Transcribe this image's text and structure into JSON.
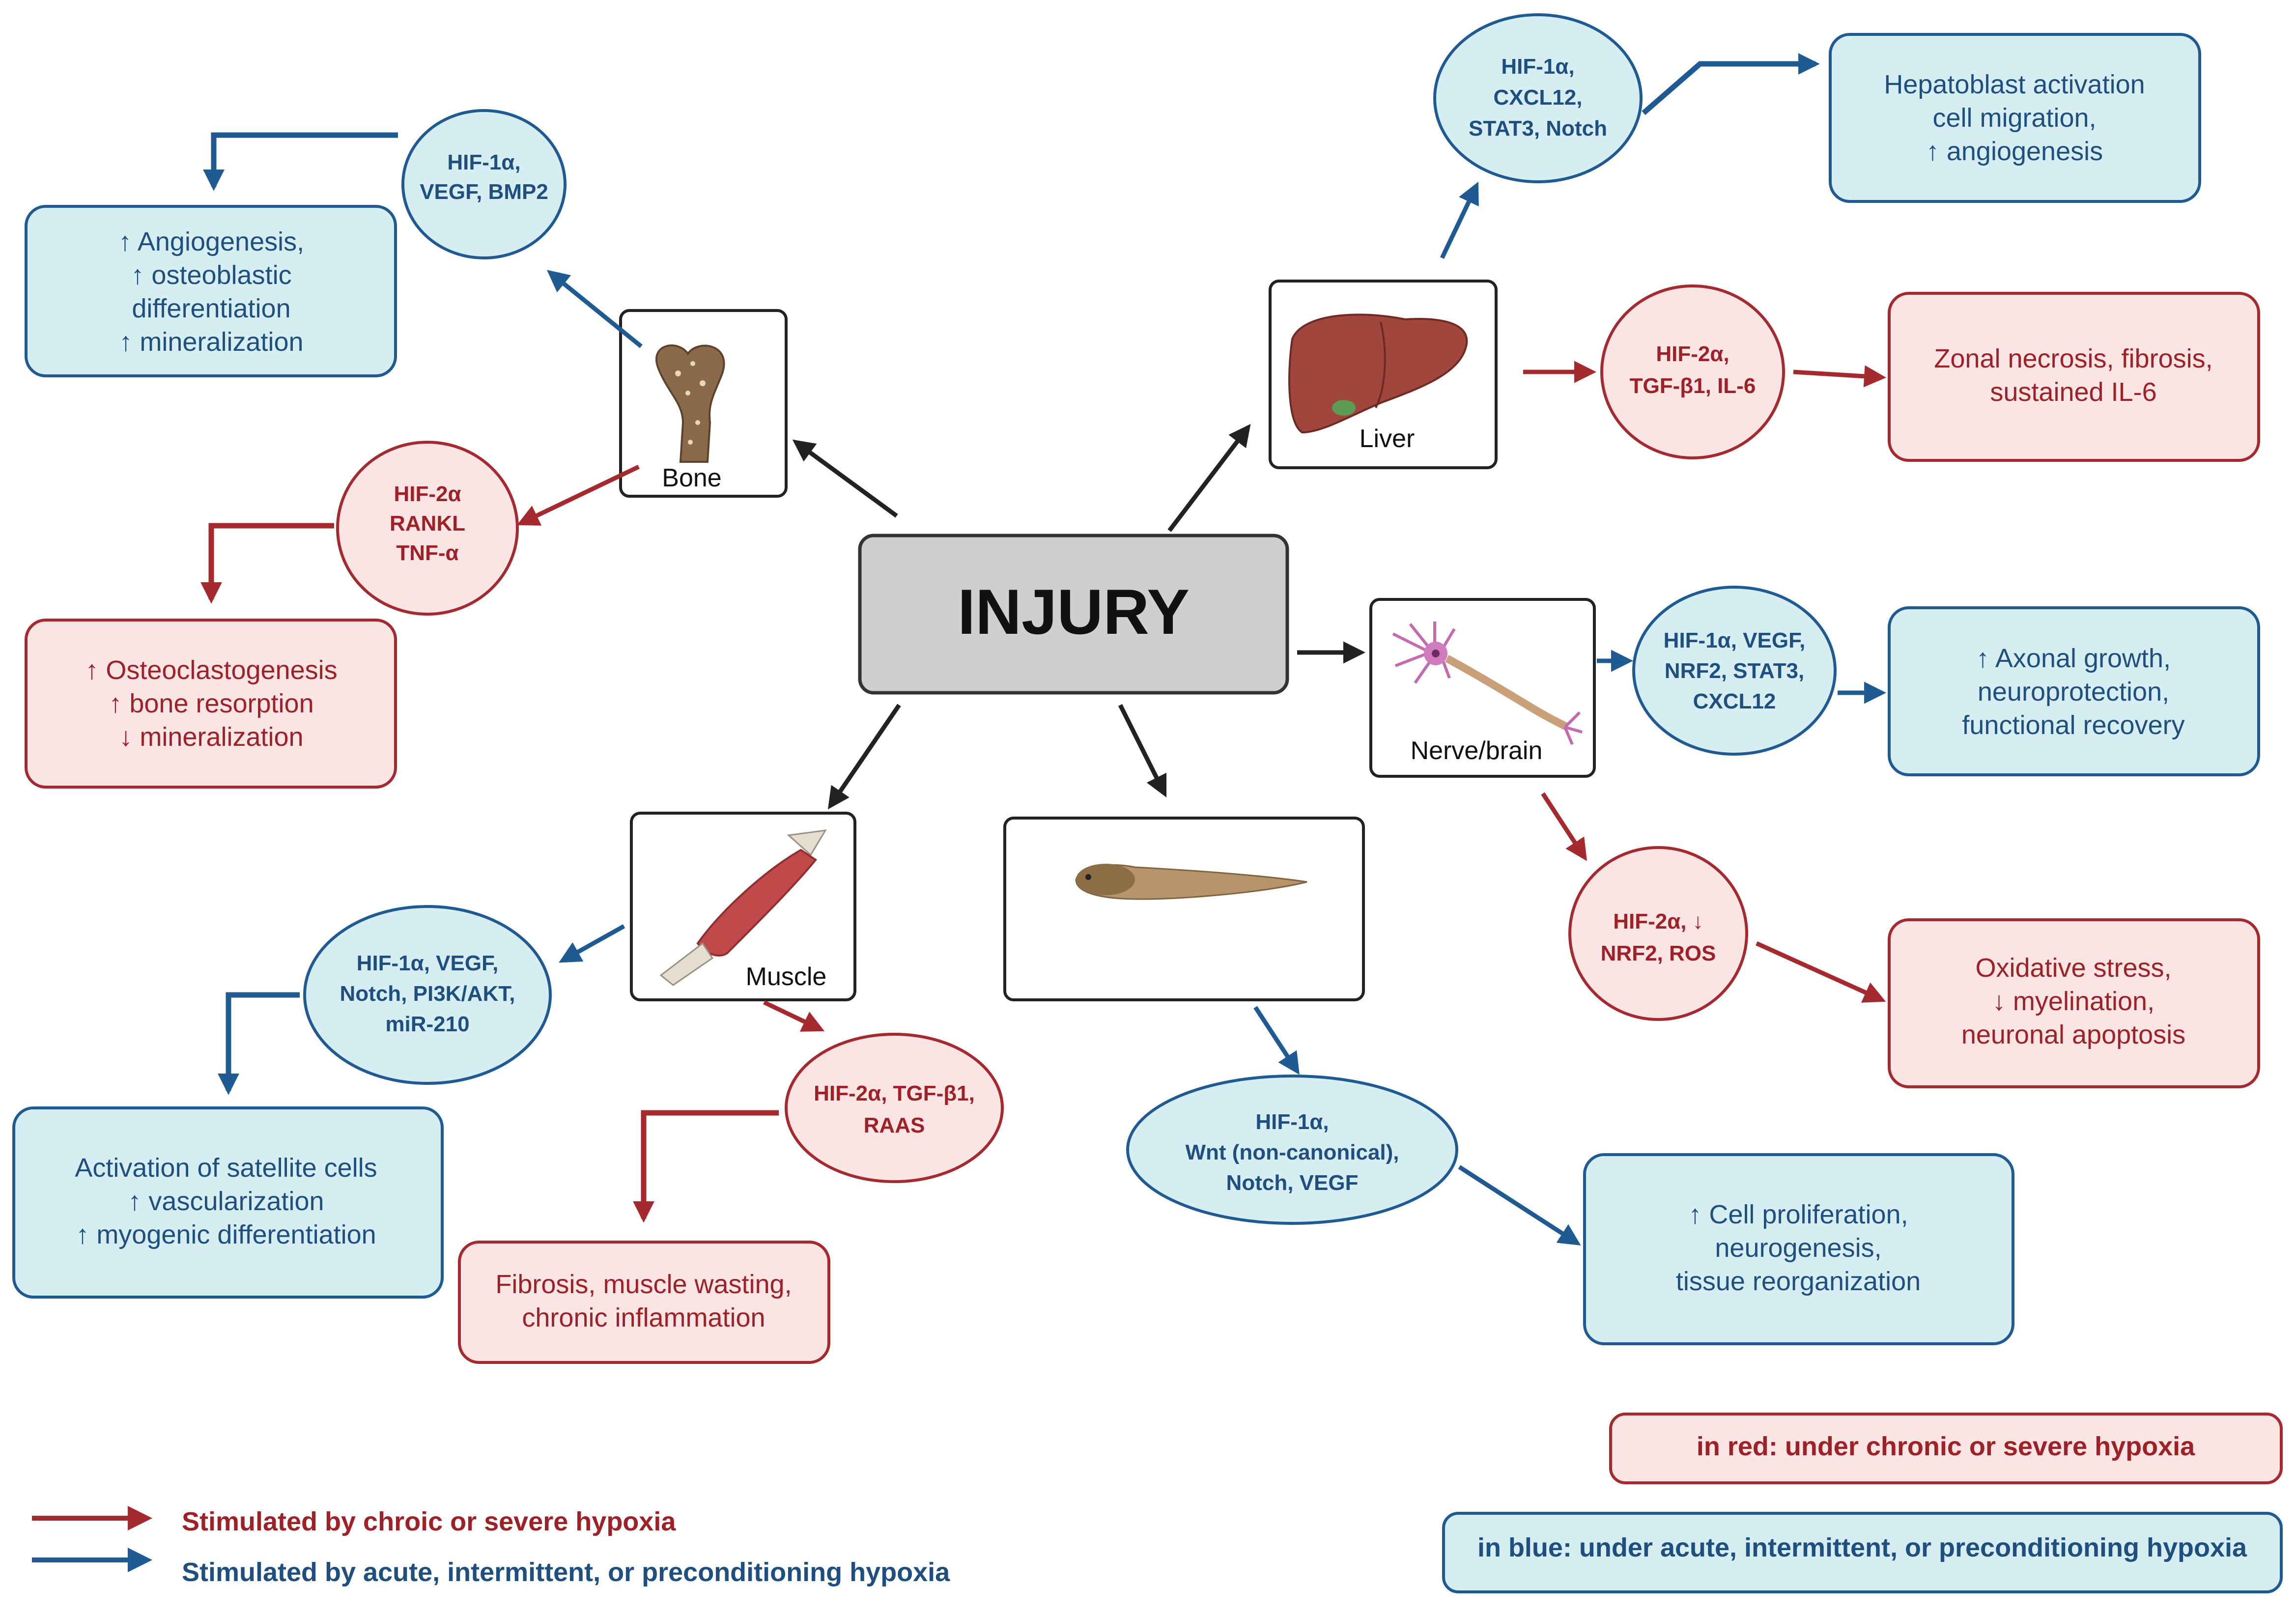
{
  "center": {
    "label": "INJURY"
  },
  "organs": {
    "bone": "Bone",
    "liver": "Liver",
    "nerve": "Nerve/brain",
    "muscle": "Muscle"
  },
  "bone": {
    "blue_oval": [
      "HIF-1α,",
      "VEGF, BMP2"
    ],
    "blue_box": [
      "↑ Angiogenesis,",
      "↑ osteoblastic",
      "differentiation",
      "↑ mineralization"
    ],
    "red_oval": [
      "HIF-2α",
      "RANKL",
      "TNF-α"
    ],
    "red_box": [
      "↑ Osteoclastogenesis",
      "↑ bone resorption",
      "↓ mineralization"
    ]
  },
  "liver": {
    "blue_oval": [
      "HIF-1α,",
      "CXCL12,",
      "STAT3, Notch"
    ],
    "blue_box": [
      "Hepatoblast activation",
      "cell migration,",
      "↑ angiogenesis"
    ],
    "red_oval": [
      "HIF-2α,",
      "TGF-β1, IL-6"
    ],
    "red_box": [
      "Zonal necrosis, fibrosis,",
      "sustained IL-6"
    ]
  },
  "nerve": {
    "blue_oval": [
      "HIF-1α, VEGF,",
      "NRF2, STAT3,",
      "CXCL12"
    ],
    "blue_box": [
      "↑ Axonal growth,",
      "neuroprotection,",
      "functional recovery"
    ],
    "red_oval": [
      "HIF-2α, ↓",
      "NRF2, ROS"
    ],
    "red_box": [
      "Oxidative stress,",
      "↓ myelination,",
      "neuronal apoptosis"
    ]
  },
  "muscle": {
    "blue_oval": [
      "HIF-1α, VEGF,",
      "Notch, PI3K/AKT,",
      "miR-210"
    ],
    "blue_box": [
      "Activation of satellite cells",
      "↑ vascularization",
      "↑ myogenic differentiation"
    ],
    "red_oval": [
      "HIF-2α, TGF-β1,",
      "RAAS"
    ],
    "red_box": [
      "Fibrosis, muscle wasting,",
      "chronic inflammation"
    ]
  },
  "tadpole": {
    "blue_oval": [
      "HIF-1α,",
      "Wnt (non-canonical),",
      "Notch, VEGF"
    ],
    "blue_box": [
      "↑ Cell proliferation,",
      "neurogenesis,",
      "tissue reorganization"
    ]
  },
  "legend": {
    "red_arrow": "Stimulated by chroic or severe hypoxia",
    "blue_arrow": "Stimulated by acute, intermittent, or preconditioning hypoxia",
    "red_box": "in red: under chronic or severe hypoxia",
    "blue_box": "in blue: under acute, intermittent, or preconditioning hypoxia"
  },
  "colors": {
    "blue_stroke": "#1f5a92",
    "blue_fill": "#d6eef2",
    "red_stroke": "#a52a2f",
    "red_fill": "#fbe4e4",
    "center_fill": "#cfcfcf"
  }
}
